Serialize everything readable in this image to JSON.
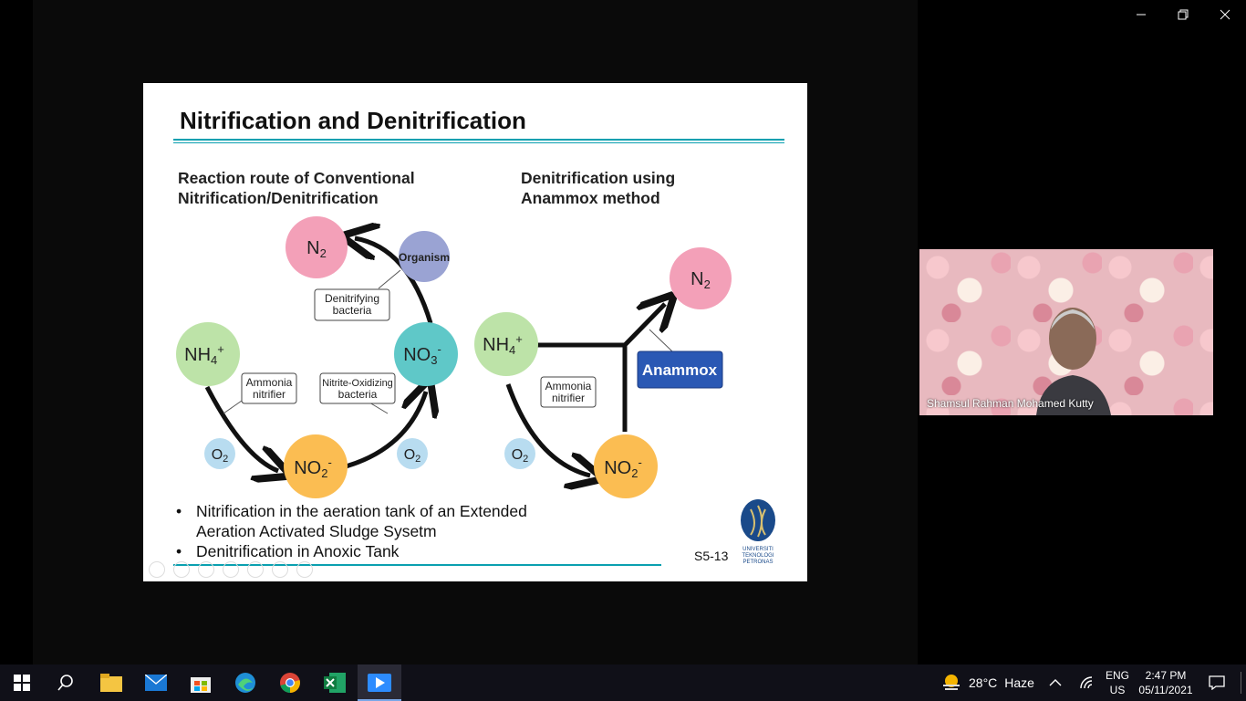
{
  "window": {
    "minimize_icon": "minimize-icon",
    "maximize_icon": "restore-icon",
    "close_icon": "close-icon"
  },
  "slide": {
    "title": "Nitrification and Denitrification",
    "left_heading_1": "Reaction route of Conventional",
    "left_heading_2": "Nitrification/Denitrification",
    "right_heading_1": "Denitrification using",
    "right_heading_2": "Anammox method",
    "nodes": {
      "n2": "N",
      "n2_sub": "2",
      "nh4": "NH",
      "nh4_sub": "4",
      "nh4_sup": "+",
      "no3": "NO",
      "no3_sub": "3",
      "no3_sup": "-",
      "no2": "NO",
      "no2_sub": "2",
      "no2_sup": "-",
      "o2": "O",
      "o2_sub": "2",
      "organism": "Organism",
      "anammox": "Anammox"
    },
    "labels": {
      "denitrifying_1": "Denitrifying",
      "denitrifying_2": "bacteria",
      "ammonia_1": "Ammonia",
      "ammonia_2": "nitrifier",
      "nitrite_1": "Nitrite-Oxidizing",
      "nitrite_2": "bacteria"
    },
    "bullets": [
      "Nitrification in the aeration tank of an Extended",
      "Aeration Activated Sludge Sysetm",
      "Denitrification in Anoxic Tank"
    ],
    "slide_number": "S5-13",
    "logo_text": [
      "UNIVERSITI",
      "TEKNOLOGI",
      "PETRONAS"
    ]
  },
  "video": {
    "speaker_name": "Shamsul Rahman Mohamed Kutty"
  },
  "taskbar": {
    "apps": [
      "start-icon",
      "search-icon",
      "file-explorer-icon",
      "mail-icon",
      "store-icon",
      "edge-icon",
      "chrome-icon",
      "excel-icon",
      "video-app-icon"
    ],
    "weather_temp": "28°C",
    "weather_desc": "Haze",
    "lang_1": "ENG",
    "lang_2": "US",
    "time": "2:47 PM",
    "date": "05/11/2021"
  }
}
